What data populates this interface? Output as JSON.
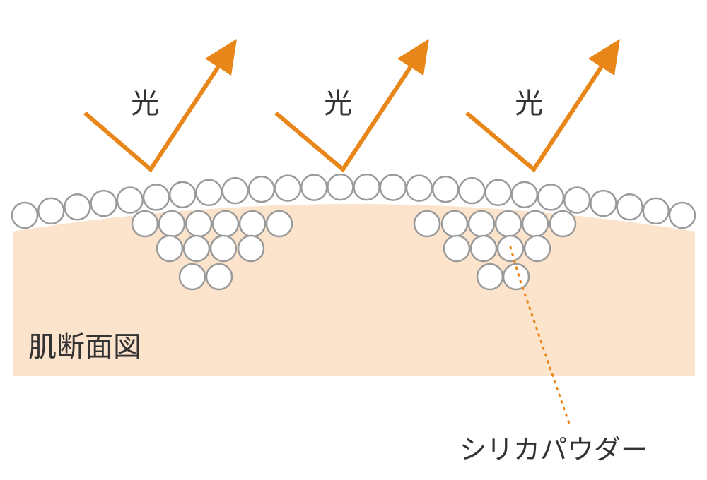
{
  "light_labels": [
    "光",
    "光",
    "光"
  ],
  "skin_label": "肌断面図",
  "powder_label": "シリカパウダー",
  "colors": {
    "skin": "#fbe3cc",
    "arrow": "#e8861a",
    "particle_stroke": "#9a9a9a",
    "text": "#333333"
  }
}
